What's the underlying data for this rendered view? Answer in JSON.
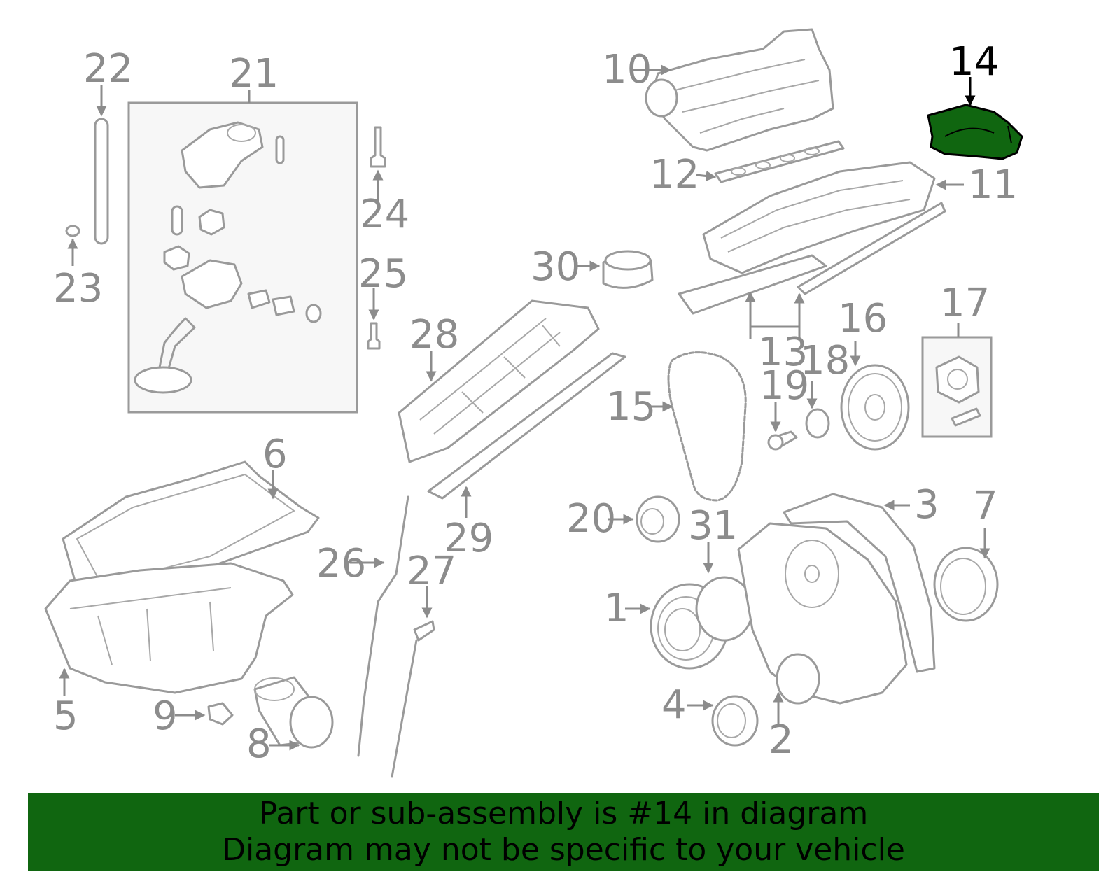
{
  "diagram": {
    "highlighted_part": "14",
    "highlight_color": "#106610",
    "callouts": [
      "1",
      "2",
      "3",
      "4",
      "5",
      "6",
      "7",
      "8",
      "9",
      "10",
      "11",
      "12",
      "13",
      "14",
      "15",
      "16",
      "17",
      "18",
      "19",
      "20",
      "21",
      "22",
      "23",
      "24",
      "25",
      "26",
      "27",
      "28",
      "29",
      "30",
      "31"
    ]
  },
  "banner": {
    "line1": "Part or sub-assembly is #14 in diagram",
    "line2": "Diagram may not be specific to your vehicle",
    "background": "#106610"
  }
}
